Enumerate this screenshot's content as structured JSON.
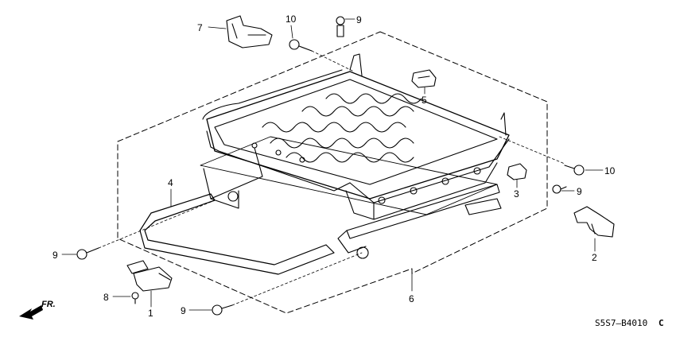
{
  "diagram": {
    "callouts": {
      "p1": "1",
      "p2": "2",
      "p3": "3",
      "p4": "4",
      "p5": "5",
      "p6": "6",
      "p7": "7",
      "p8": "8",
      "p9a": "9",
      "p9b": "9",
      "p9c": "9",
      "p9d": "9",
      "p10a": "10",
      "p10b": "10"
    },
    "direction_label": "FR.",
    "diagram_code": "S5S7—B4010",
    "code_suffix": "C"
  }
}
